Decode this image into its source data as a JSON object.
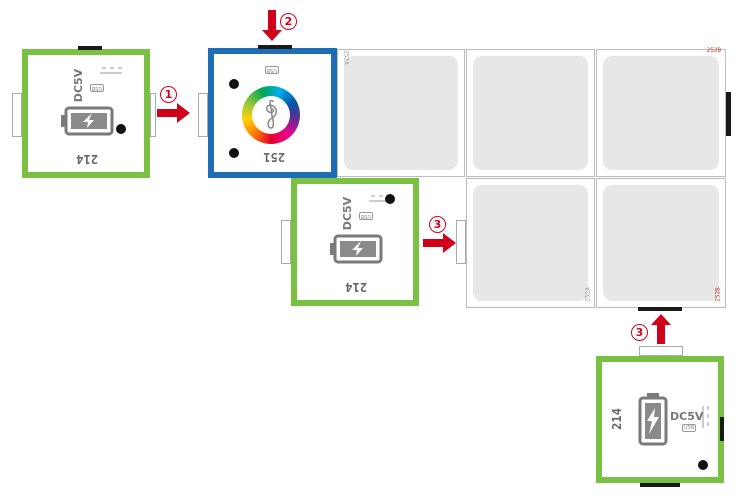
{
  "colors": {
    "power_border": "#7ac143",
    "main_border": "#1e6db5",
    "arrow": "#d0021b",
    "pad": "#e7e7e7"
  },
  "modules": {
    "power_a": {
      "number": "214",
      "voltage": "DC5V",
      "usb": "USB"
    },
    "main": {
      "number": "251",
      "usb": "USB"
    },
    "power_b": {
      "number": "214",
      "voltage": "DC5V",
      "usb": "USB"
    },
    "power_c": {
      "number": "214",
      "voltage": "DC5V",
      "usb": "USB"
    }
  },
  "tile_labels": {
    "t1": "252A",
    "t3": "252B",
    "t4": "252A",
    "t5": "252B"
  },
  "steps": [
    "1",
    "2",
    "3",
    "3"
  ]
}
